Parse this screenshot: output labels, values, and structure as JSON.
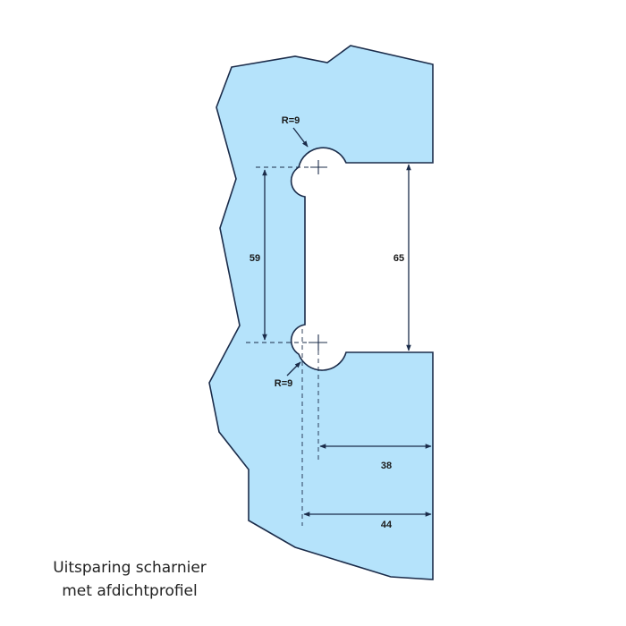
{
  "colors": {
    "fill": "#b5e3fb",
    "stroke": "#1b2c4a",
    "background": "#ffffff"
  },
  "labels": {
    "radius_top": "R=9",
    "radius_bottom": "R=9",
    "dim_left_height": "59",
    "dim_right_height": "65",
    "dim_width_inner": "38",
    "dim_width_outer": "44"
  },
  "caption": {
    "line1": "Uitsparing scharnier",
    "line2": "met afdichtprofiel"
  }
}
